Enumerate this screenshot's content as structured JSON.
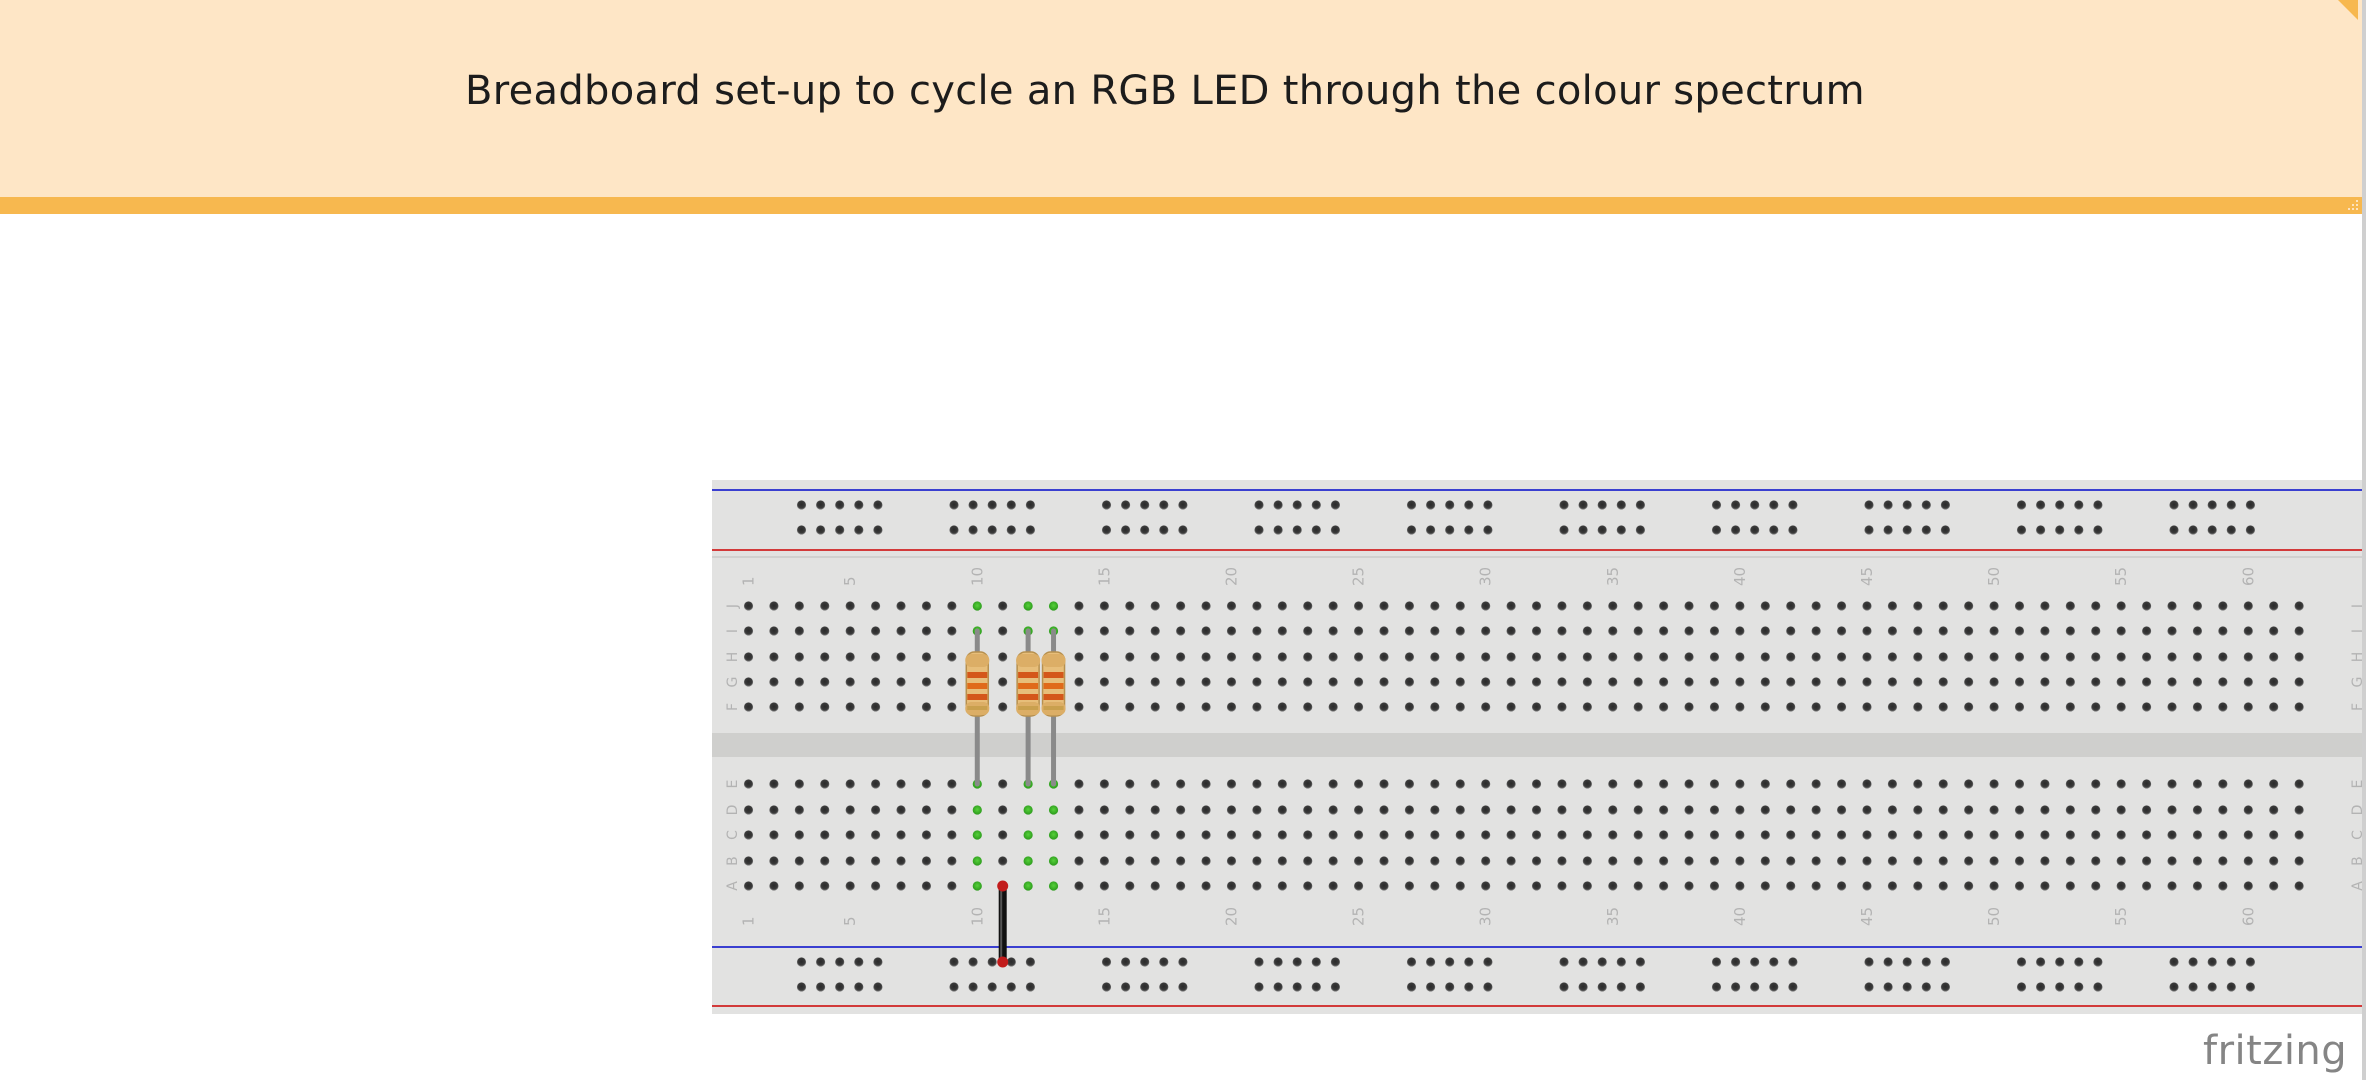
{
  "note": {
    "title": "Breadboard set-up to cycle an RGB LED through the colour spectrum"
  },
  "breadboard": {
    "column_number_labels": [
      "1",
      "5",
      "10",
      "15",
      "20",
      "25",
      "30",
      "35",
      "40",
      "45",
      "50",
      "55",
      "60"
    ],
    "upper_row_labels": [
      "J",
      "I",
      "H",
      "G",
      "F"
    ],
    "lower_row_labels": [
      "E",
      "D",
      "C",
      "B",
      "A"
    ],
    "resistor_count": 3,
    "jumper_wire_count": 1
  },
  "brand": {
    "logo_text": "fritzing"
  }
}
